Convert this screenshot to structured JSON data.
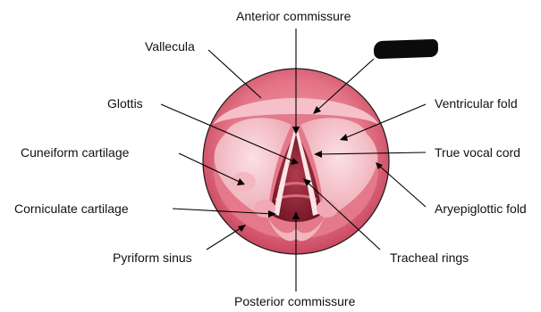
{
  "labels": {
    "anterior_commissure": "Anterior commissure",
    "vallecula": "Vallecula",
    "glottis": "Glottis",
    "ventricular_fold": "Ventricular fold",
    "cuneiform_cartilage": "Cuneiform cartilage",
    "true_vocal_cord": "True vocal cord",
    "corniculate_cartilage": "Corniculate cartilage",
    "aryepiglottic_fold": "Aryepiglottic fold",
    "pyriform_sinus": "Pyriform sinus",
    "tracheal_rings": "Tracheal rings",
    "posterior_commissure": "Posterior commissure"
  },
  "colors": {
    "outer_ring": "#d9586f",
    "inner_fill": "#e98593",
    "fold": "#f6c5cd",
    "cord": "#f8dde0",
    "airway": "#8d2232",
    "leader": "#000000"
  }
}
